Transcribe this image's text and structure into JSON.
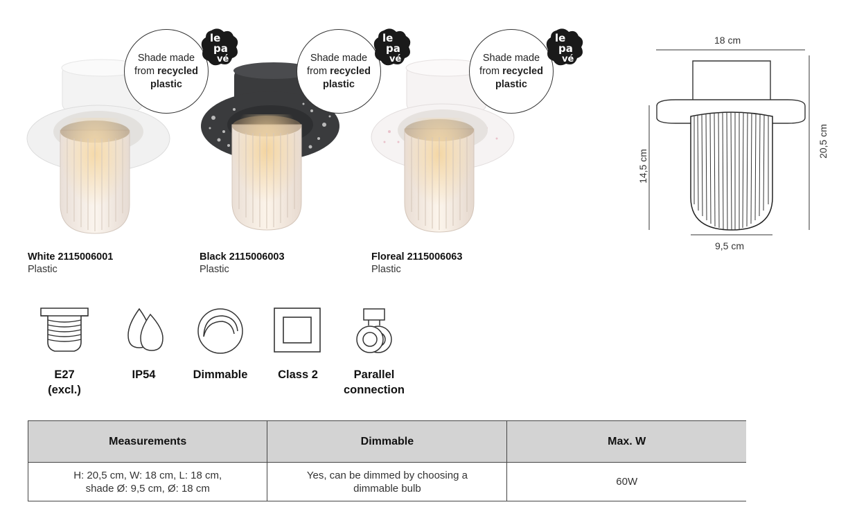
{
  "products": [
    {
      "name": "White 2115006001",
      "material": "Plastic",
      "badge": {
        "line1": "Shade made",
        "line2_prefix": "from ",
        "line2_bold": "recycled",
        "line3": "plastic"
      },
      "logo_text": "le pa vé",
      "colors": {
        "shade": "#f1f1f1",
        "shade_edge": "#dcdcdc"
      }
    },
    {
      "name": "Black 2115006003",
      "material": "Plastic",
      "badge": {
        "line1": "Shade made",
        "line2_prefix": "from ",
        "line2_bold": "recycled",
        "line3": "plastic"
      },
      "logo_text": "le pa vé",
      "colors": {
        "shade": "#3a3b3d",
        "shade_edge": "#2a2b2d"
      }
    },
    {
      "name": "Floreal 2115006063",
      "material": "Plastic",
      "badge": {
        "line1": "Shade made",
        "line2_prefix": "from ",
        "line2_bold": "recycled",
        "line3": "plastic"
      },
      "logo_text": "le pa vé",
      "colors": {
        "shade": "#f6f3f3",
        "shade_edge": "#e2dddd"
      }
    }
  ],
  "dimensions": {
    "width_top": "18 cm",
    "height_total": "20,5 cm",
    "height_shade": "14,5 cm",
    "shade_diameter": "9,5 cm"
  },
  "features": [
    {
      "icon": "e27-bulb-socket-icon",
      "label_line1": "E27",
      "label_line2": "(excl.)"
    },
    {
      "icon": "ip54-drops-icon",
      "label_line1": "IP54",
      "label_line2": ""
    },
    {
      "icon": "dimmable-icon",
      "label_line1": "Dimmable",
      "label_line2": ""
    },
    {
      "icon": "class-2-icon",
      "label_line1": "Class 2",
      "label_line2": ""
    },
    {
      "icon": "parallel-connection-icon",
      "label_line1": "Parallel",
      "label_line2": "connection"
    }
  ],
  "table": {
    "headers": [
      "Measurements",
      "Dimmable",
      "Max. W"
    ],
    "row": {
      "measurements_line1": "H: 20,5 cm, W: 18 cm, L: 18 cm,",
      "measurements_line2": "shade Ø: 9,5 cm, Ø: 18 cm",
      "dimmable_line1": "Yes, can be dimmed by choosing a",
      "dimmable_line2": "dimmable bulb",
      "max_w": "60W"
    }
  },
  "accent": {
    "header_bg": "#d3d3d3",
    "line": "#444444"
  }
}
